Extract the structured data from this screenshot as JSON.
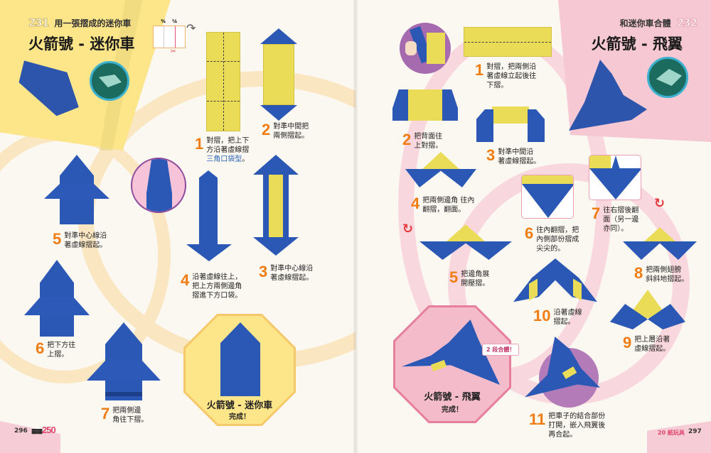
{
  "left_page": {
    "lesson_number": "231",
    "subtitle": "用一張摺成的迷你車",
    "title": "火箭號 - 迷你車",
    "paper_diagram": {
      "fraction_left": "¾",
      "fraction_right": "¼",
      "scissors_icon": "✂"
    },
    "steps": [
      {
        "num": "1",
        "text": "對摺，把上下\n方沿著虛線摺",
        "highlight": "三角口袋型",
        "suffix": "。"
      },
      {
        "num": "2",
        "text": "對準中間把\n兩側摺起。"
      },
      {
        "num": "3",
        "text": "對準中心線沿\n著虛線摺起。"
      },
      {
        "num": "4",
        "text": "沿著虛線往上，\n把上方兩側邊角\n摺進下方口袋。"
      },
      {
        "num": "5",
        "text": "對準中心線沿\n著虛線摺起。"
      },
      {
        "num": "6",
        "text": "把下方往\n上摺。"
      },
      {
        "num": "7",
        "text": "把兩側邊\n角往下摺。"
      }
    ],
    "finished": {
      "title": "火箭號 - 迷你車",
      "label": "完成！"
    },
    "folio": "296",
    "brand": "250"
  },
  "right_page": {
    "lesson_number": "232",
    "subtitle": "和迷你車合體",
    "title": "火箭號 - 飛翼",
    "steps": [
      {
        "num": "1",
        "text": "對摺，把兩側沿\n著虛線立起後往\n下摺。"
      },
      {
        "num": "2",
        "text": "把背面往\n上對摺。"
      },
      {
        "num": "3",
        "text": "對準中間沿\n著虛線摺起。"
      },
      {
        "num": "4",
        "text": "把兩側邊角 往內\n翻摺，翻面。"
      },
      {
        "num": "5",
        "text": "把邊角展\n開壓摺。"
      },
      {
        "num": "6",
        "text": "往內翻摺，把\n內側部份摺成\n尖尖的。"
      },
      {
        "num": "7",
        "text": "往右摺後翻\n面（另一邊\n亦同）。"
      },
      {
        "num": "8",
        "text": "把兩側翅膀\n斜斜地摺起。"
      },
      {
        "num": "9",
        "text": "把上層沿著\n虛線摺起。"
      },
      {
        "num": "10",
        "text": "沿著虛線\n摺起。"
      },
      {
        "num": "11",
        "text": "把車子的結合部份\n打開，嵌入飛翼後\n再合起。"
      }
    ],
    "speech_bubble": "2 段合體！",
    "finished": {
      "title": "火箭號 - 飛翼",
      "label": "完成！"
    },
    "chapter": "20 紙玩具",
    "folio": "297"
  },
  "colors": {
    "step_number": "#f07c12",
    "origami_blue": "#2b58b5",
    "origami_yellow": "#eadc57",
    "header_yellow": "#fde58a",
    "header_pink": "#f6c8d3",
    "highlight_text": "#2a63b8"
  }
}
